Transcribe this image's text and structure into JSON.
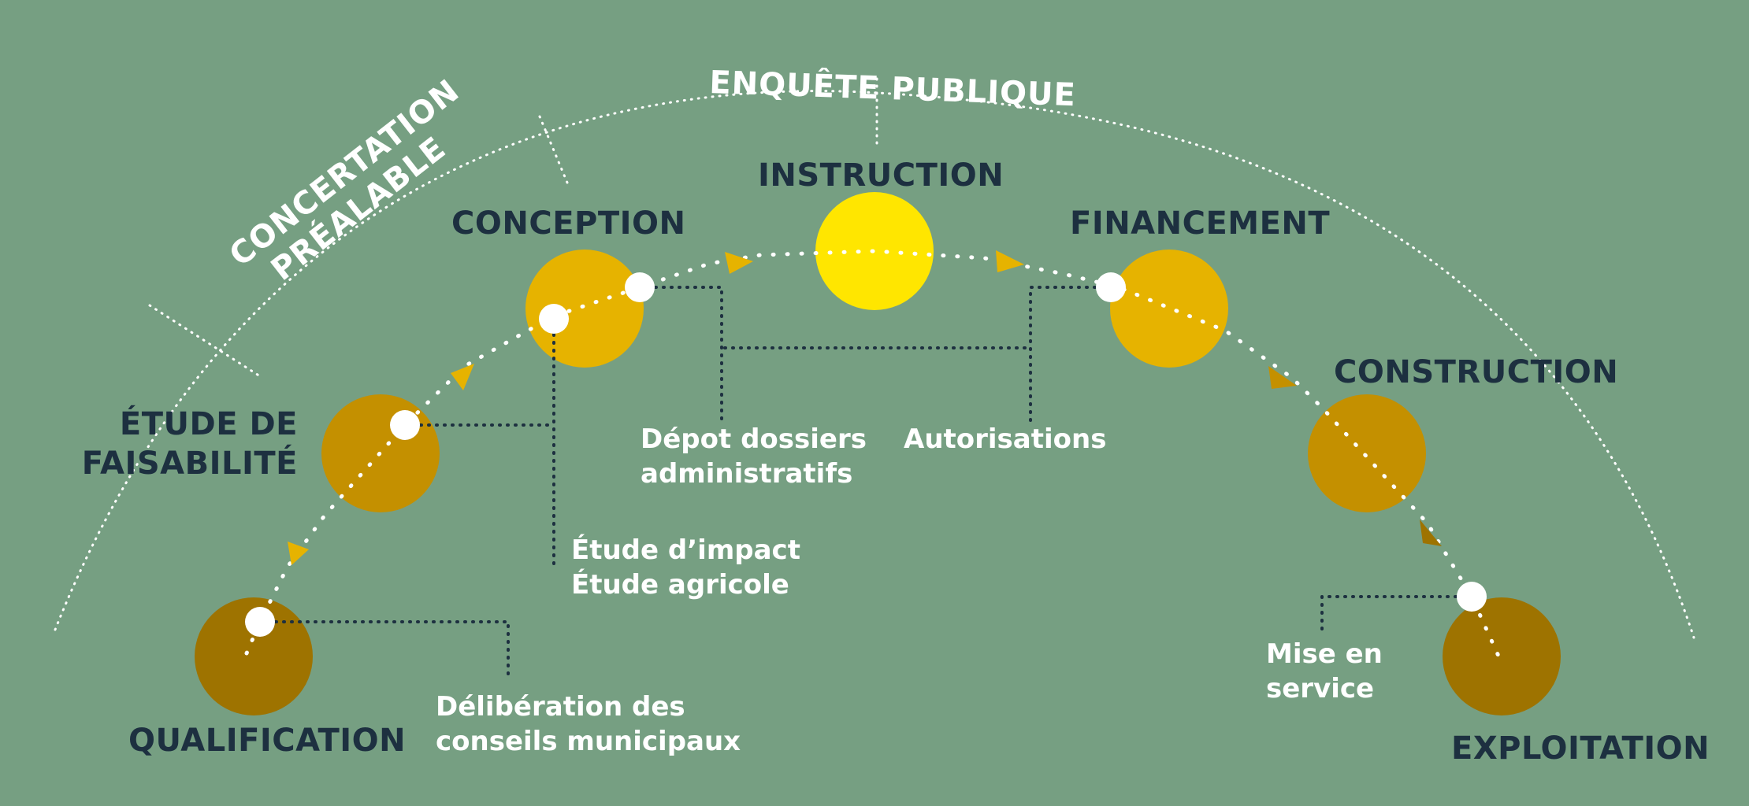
{
  "colors": {
    "background": "#769f82",
    "stage_dark": "#9e7300",
    "stage_mid": "#c49000",
    "stage_gold": "#e6b300",
    "stage_bright": "#ffe600",
    "arrow": "#e6b300",
    "label": "#1d3040",
    "white": "#ffffff",
    "connector": "#1d3040"
  },
  "arc_labels": {
    "concertation_line1": "CONCERTATION",
    "concertation_line2": "PRÉALABLE",
    "enquete": "ENQUÊTE PUBLIQUE"
  },
  "stages": {
    "qualification": "QUALIFICATION",
    "etude_line1": "ÉTUDE DE",
    "etude_line2": "FAISABILITÉ",
    "conception": "CONCEPTION",
    "instruction": "INSTRUCTION",
    "financement": "FINANCEMENT",
    "construction": "CONSTRUCTION",
    "exploitation": "EXPLOITATION"
  },
  "milestones": {
    "deliberation_line1": "Délibération des",
    "deliberation_line2": "conseils municipaux",
    "etude_impact_line1": "Étude d’impact",
    "etude_impact_line2": "Étude agricole",
    "depot_line1": "Dépot dossiers",
    "depot_line2": "administratifs",
    "autorisations": "Autorisations",
    "mise_line1": "Mise en",
    "mise_line2": "service"
  },
  "icons": {
    "direction_arrow": "triangle-arrow-icon",
    "milestone_marker": "white-dot-marker-icon"
  }
}
